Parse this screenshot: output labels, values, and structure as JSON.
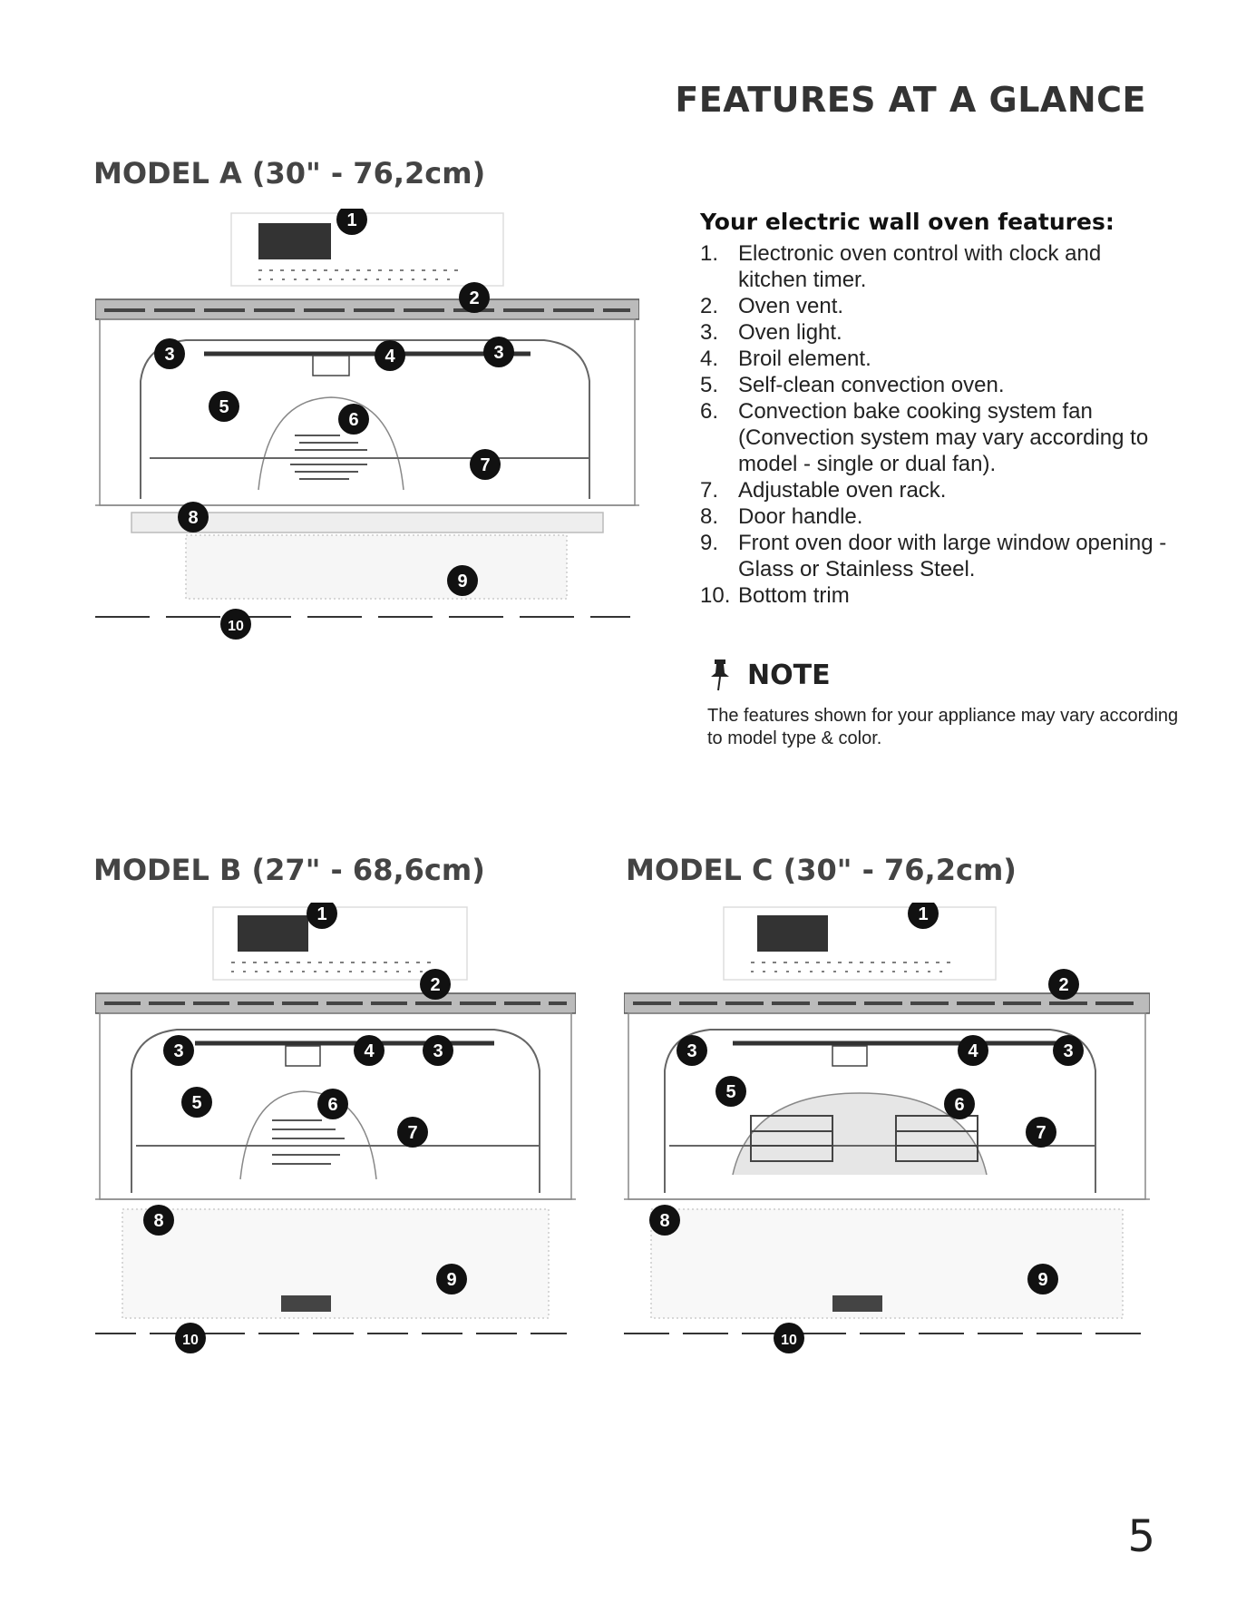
{
  "page_title": "FEATURES AT A GLANCE",
  "model_a": {
    "title": "MODEL A (30\" - 76,2cm)"
  },
  "model_b": {
    "title": "MODEL B (27\" - 68,6cm)"
  },
  "model_c": {
    "title": "MODEL C (30\" - 76,2cm)"
  },
  "features": {
    "heading": "Your electric wall oven features:",
    "items": [
      {
        "num": "1.",
        "text": "Electronic oven control with clock and kitchen timer."
      },
      {
        "num": "2.",
        "text": "Oven vent."
      },
      {
        "num": "3.",
        "text": "Oven light."
      },
      {
        "num": "4.",
        "text": "Broil element."
      },
      {
        "num": "5.",
        "text": "Self-clean convection oven."
      },
      {
        "num": "6.",
        "text": "Convection bake cooking system fan (Convection system may vary according to model - single or dual fan)."
      },
      {
        "num": "7.",
        "text": "Adjustable oven rack."
      },
      {
        "num": "8.",
        "text": "Door handle."
      },
      {
        "num": "9.",
        "text": "Front oven door with large window opening - Glass or Stainless Steel."
      },
      {
        "num": "10.",
        "text": "Bottom trim"
      }
    ]
  },
  "note": {
    "title": "NOTE",
    "text": "The features shown for your appliance may vary according to model type & color.",
    "icon": "pushpin-icon"
  },
  "callouts": [
    "1",
    "2",
    "3",
    "4",
    "5",
    "6",
    "7",
    "8",
    "9",
    "10"
  ],
  "page_number": "5"
}
